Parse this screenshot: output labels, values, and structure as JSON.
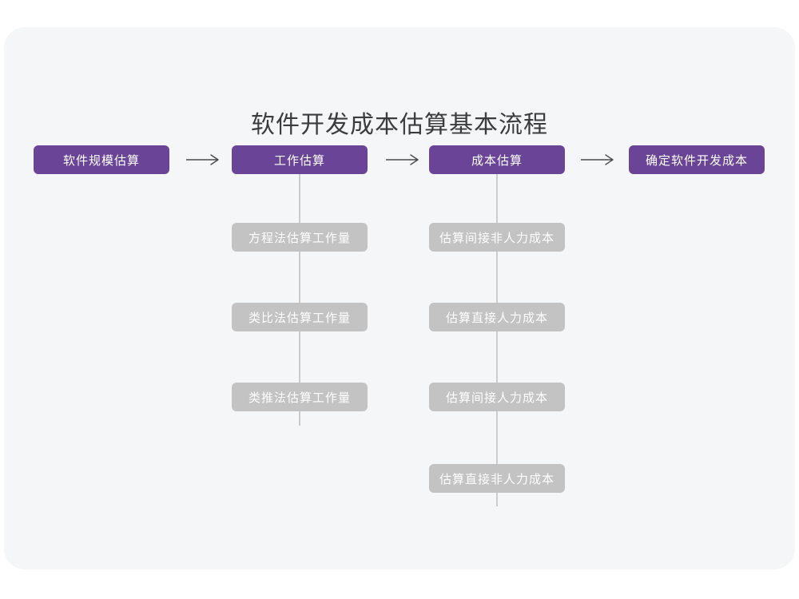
{
  "title": "软件开发成本估算基本流程",
  "colors": {
    "page_background": "#ffffff",
    "card_background": "#f5f6f7",
    "primary_box": "#6a4496",
    "secondary_box": "#c3c3c4",
    "connector_line": "#cbcbcc",
    "arrow": "#4a4a4a",
    "title_text": "#3c3c3c",
    "box_text": "#ffffff"
  },
  "flow": {
    "main_steps": [
      {
        "label": "软件规模估算"
      },
      {
        "label": "工作估算"
      },
      {
        "label": "成本估算"
      },
      {
        "label": "确定软件开发成本"
      }
    ],
    "work_estimation_methods": [
      {
        "label": "方程法估算工作量"
      },
      {
        "label": "类比法估算工作量"
      },
      {
        "label": "类推法估算工作量"
      }
    ],
    "cost_estimation_steps": [
      {
        "label": "估算间接非人力成本"
      },
      {
        "label": "估算直接人力成本"
      },
      {
        "label": "估算间接人力成本"
      },
      {
        "label": "估算直接非人力成本"
      }
    ]
  }
}
